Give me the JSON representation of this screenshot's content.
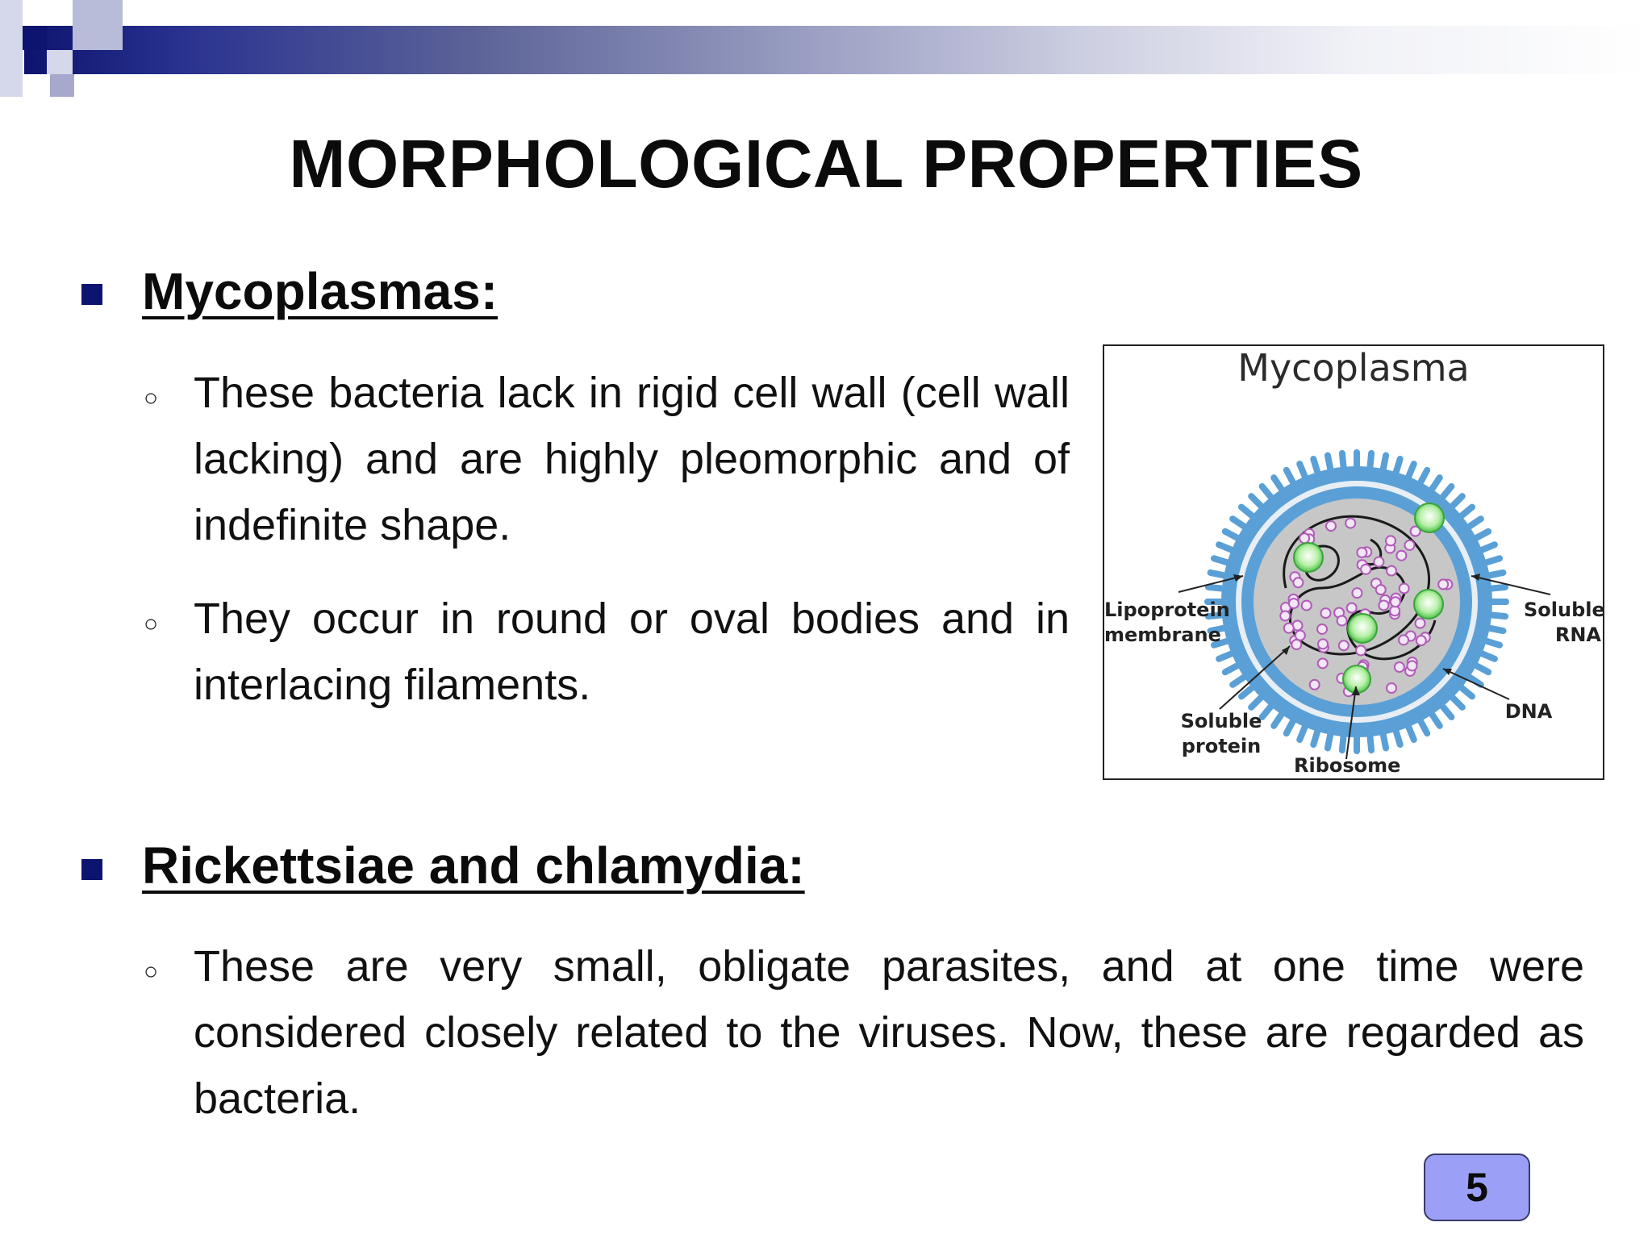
{
  "slide": {
    "title": "MORPHOLOGICAL PROPERTIES",
    "page_number": "5",
    "colors": {
      "accent": "#0d1470",
      "page_badge": "#9ba0f6"
    }
  },
  "sections": [
    {
      "heading": "Mycoplasmas:",
      "points": [
        "These bacteria lack in rigid cell wall (cell wall lacking) and are highly pleomorphic and of indefinite shape.",
        "They occur in round or oval bodies and in interlacing filaments."
      ]
    },
    {
      "heading": "Rickettsiae and chlamydia:",
      "points": [
        "These are very small, obligate parasites, and at one time were considered closely related to the viruses. Now, these are regarded as bacteria."
      ]
    }
  ],
  "figure": {
    "title": "Mycoplasma",
    "labels": {
      "lipoprotein_1": "Lipoprotein",
      "lipoprotein_2": "membrane",
      "soluble_rna_1": "Soluble",
      "soluble_rna_2": "RNA",
      "dna": "DNA",
      "soluble_protein_1": "Soluble",
      "soluble_protein_2": "protein",
      "ribosome": "Ribosome"
    }
  }
}
